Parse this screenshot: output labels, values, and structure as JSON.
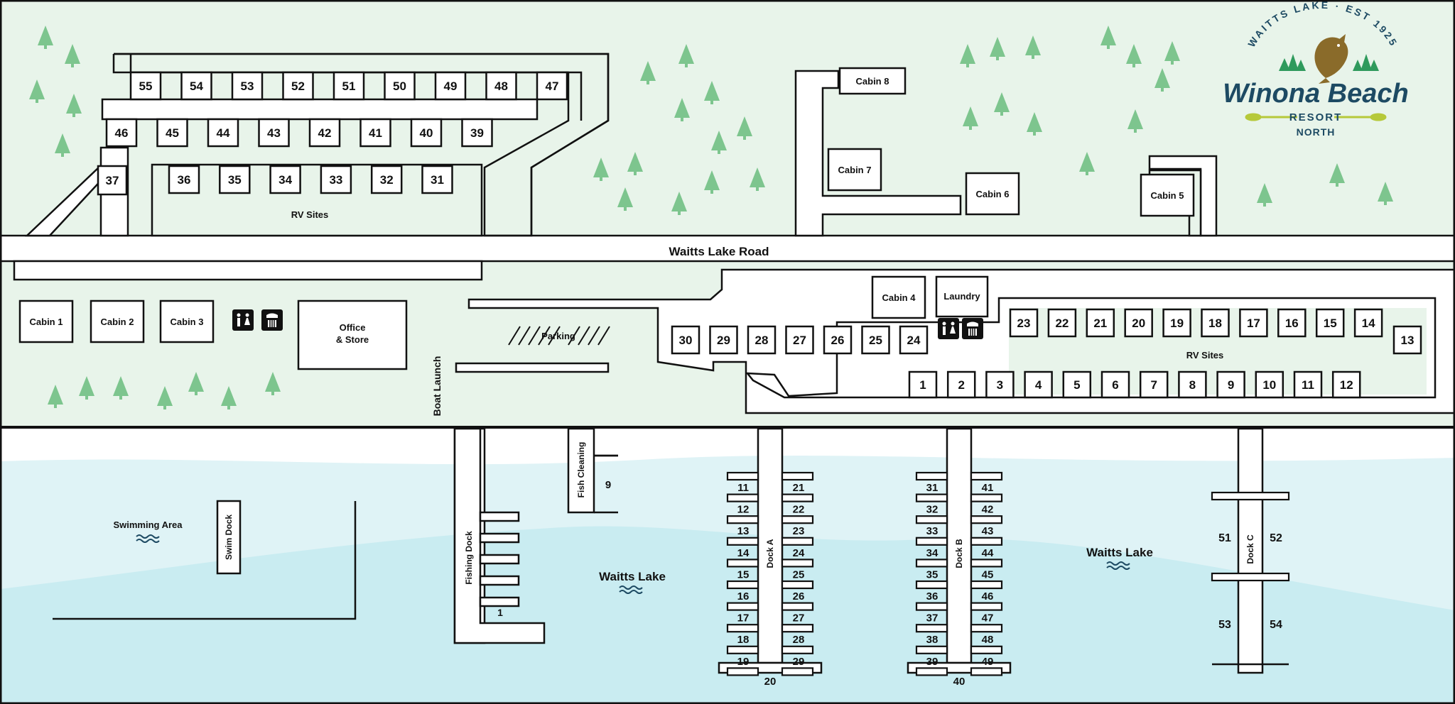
{
  "colors": {
    "grass": "#e8f4ea",
    "water_light": "#dff3f6",
    "water_dark": "#c9ecf1",
    "tree": "#7dc58e",
    "outline": "#111111",
    "brand_navy": "#1d4a63",
    "brand_green": "#2f9a5c",
    "fish": "#8a6b2a",
    "paddle": "#b6c93a",
    "wave": "#1d4a63"
  },
  "logo": {
    "arc_text": "WAITTS LAKE · EST 1925",
    "name": "Winona Beach",
    "line2": "RESORT",
    "line3": "NORTH",
    "fish_icon": "fish-icon",
    "paddle_icon": "paddle-icon"
  },
  "labels": {
    "road": "Waitts Lake Road",
    "rv_sites_north": "RV Sites",
    "rv_sites_south": "RV Sites",
    "parking": "Parking",
    "boat_launch": "Boat Launch",
    "office": "Office",
    "office2": "& Store",
    "laundry": "Laundry",
    "swimming_area": "Swimming Area",
    "swim_dock": "Swim Dock",
    "fishing_dock": "Fishing Dock",
    "fish_cleaning": "Fish Cleaning",
    "lake1": "Waitts Lake",
    "lake2": "Waitts Lake",
    "dock_a": "Dock A",
    "dock_b": "Dock B",
    "dock_c": "Dock C"
  },
  "cabins": [
    "Cabin 1",
    "Cabin 2",
    "Cabin 3",
    "Cabin 4",
    "Cabin 5",
    "Cabin 6",
    "Cabin 7",
    "Cabin 8"
  ],
  "icons": {
    "restroom": "restroom-icon",
    "shower": "shower-icon"
  },
  "sites": {
    "row_top": [
      "55",
      "54",
      "53",
      "52",
      "51",
      "50",
      "49",
      "48",
      "47"
    ],
    "row_mid": [
      "46",
      "45",
      "44",
      "43",
      "42",
      "41",
      "40",
      "39"
    ],
    "row_lower": [
      "36",
      "35",
      "34",
      "33",
      "32",
      "31"
    ],
    "site_37": "37",
    "row_center": [
      "30",
      "29",
      "28",
      "27",
      "26",
      "25",
      "24"
    ],
    "row_east_top": [
      "23",
      "22",
      "21",
      "20",
      "19",
      "18",
      "17",
      "16",
      "15",
      "14"
    ],
    "site_13": "13",
    "row_east_bottom": [
      "1",
      "2",
      "3",
      "4",
      "5",
      "6",
      "7",
      "8",
      "9",
      "10",
      "11",
      "12"
    ]
  },
  "slips": {
    "fishing_dock": "1",
    "fish_cleaning": "9",
    "dock_a_left": [
      "11",
      "12",
      "13",
      "14",
      "15",
      "16",
      "17",
      "18",
      "19"
    ],
    "dock_a_right": [
      "21",
      "22",
      "23",
      "24",
      "25",
      "26",
      "27",
      "28",
      "29"
    ],
    "dock_a_end": "20",
    "dock_b_left": [
      "31",
      "32",
      "33",
      "34",
      "35",
      "36",
      "37",
      "38",
      "39"
    ],
    "dock_b_right": [
      "41",
      "42",
      "43",
      "44",
      "45",
      "46",
      "47",
      "48",
      "49"
    ],
    "dock_b_end": "40",
    "dock_c": [
      "51",
      "52",
      "53",
      "54"
    ]
  }
}
